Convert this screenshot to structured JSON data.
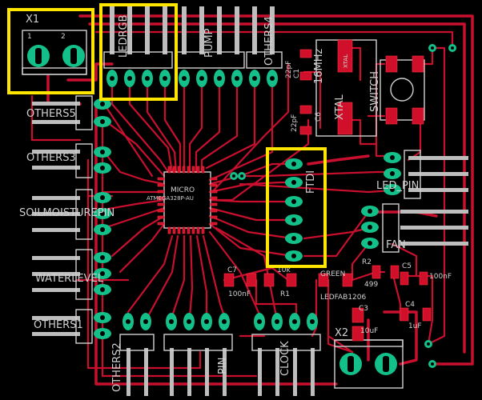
{
  "labels": {
    "x1": "X1",
    "x1_pin1": "1",
    "x1_pin2": "2",
    "ledrgb": "LEDRGB",
    "pump": "PUMP",
    "others4": "OTHERS4",
    "others5": "OTHERS5",
    "others3": "OTHERS3",
    "soilmoisture": "SOILMOISTUREPIN",
    "waterlevel": "WATERLEVEL",
    "others1": "OTHERS1",
    "others2": "OTHERS2",
    "pin": "PIN",
    "clock": "CLOCK",
    "x2": "X2",
    "micro_line1": "MICRO",
    "micro_line2": "ATMEGA328P-AU",
    "crystal": "16MHz",
    "xtal_marker": "XTAL",
    "xtal_short": "XTAL",
    "cap_22pf_top": "22pF",
    "c_top": "C1",
    "c6": "C6",
    "cap_22pf_bottom": "22pF",
    "switch": "SWITCH",
    "ftdi": "FTDI",
    "led_pin": "LED_PIN",
    "fan": "FAN",
    "c7": "C7",
    "c7_val": "100nF",
    "r1_top": "10k",
    "r1": "R1",
    "green": "GREEN",
    "ledfab": "LEDFAB1206",
    "r2": "R2",
    "r2_val": "499",
    "c5": "C5",
    "c5_val": "100nF",
    "c3": "C3",
    "c3_val": "10uF",
    "c4": "C4",
    "c4_val": "1uF"
  },
  "colors": {
    "board": "#000000",
    "trace": "#c8102e",
    "pad": "#14c08a",
    "silkscreen": "#d0d0d0",
    "highlight": "#ffe600"
  },
  "highlights": [
    "x1-connector",
    "ledrgb-header",
    "ftdi-header"
  ]
}
